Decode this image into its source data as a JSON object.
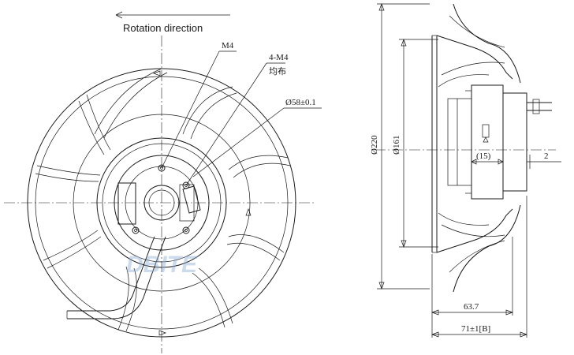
{
  "front_view": {
    "rotation_label": "Rotation direction",
    "m4_label": "M4",
    "holes_label": "4-M4",
    "holes_note": "均布",
    "bore_label": "Ø58±0.1"
  },
  "side_view": {
    "dia_outer": "Ø220",
    "dia_inner": "Ø161",
    "offset_15": "(15)",
    "dim_2": "2",
    "depth_637": "63.7",
    "depth_71": "71±1[B]"
  },
  "watermark": {
    "text": "DBITE"
  }
}
